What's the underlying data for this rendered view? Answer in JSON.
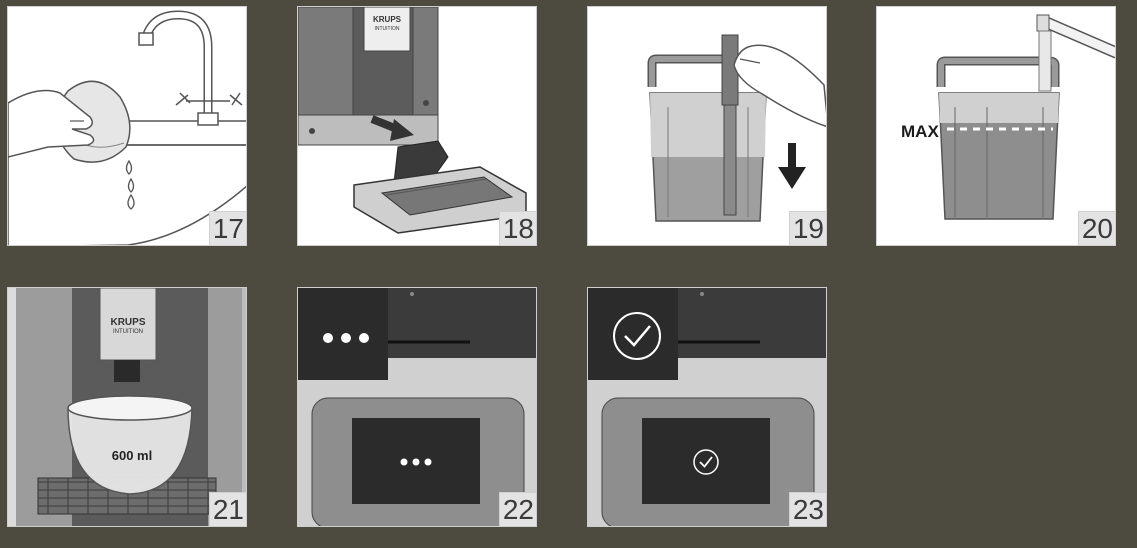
{
  "panels": [
    {
      "step": "17"
    },
    {
      "step": "18"
    },
    {
      "step": "19"
    },
    {
      "step": "20"
    },
    {
      "step": "21"
    },
    {
      "step": "22"
    },
    {
      "step": "23"
    }
  ],
  "brand": {
    "name": "KRUPS",
    "model": "INTUITION"
  },
  "labels": {
    "max": "MAX",
    "volume": "600 ml"
  },
  "icons": {
    "progress": "three-dots-icon",
    "done": "checkmark-icon"
  },
  "colors": {
    "background": "#4d4b40",
    "panel": "#ffffff",
    "number_box": "#e3e3e3",
    "dark_ui": "#2f2f2f"
  }
}
